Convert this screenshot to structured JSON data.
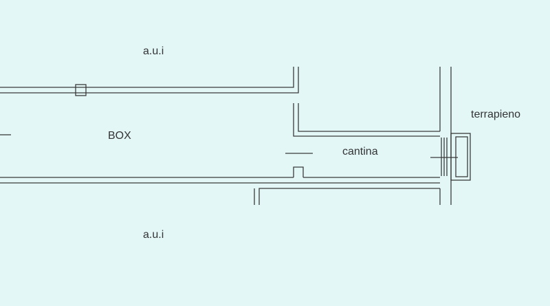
{
  "plan": {
    "background": "#e3f7f7",
    "line_color": "#3a3a3a",
    "labels": {
      "aui_top": "a.u.i",
      "box": "BOX",
      "cantina": "cantina",
      "terrapieno": "terrapieno",
      "aui_bottom": "a.u.i"
    }
  }
}
